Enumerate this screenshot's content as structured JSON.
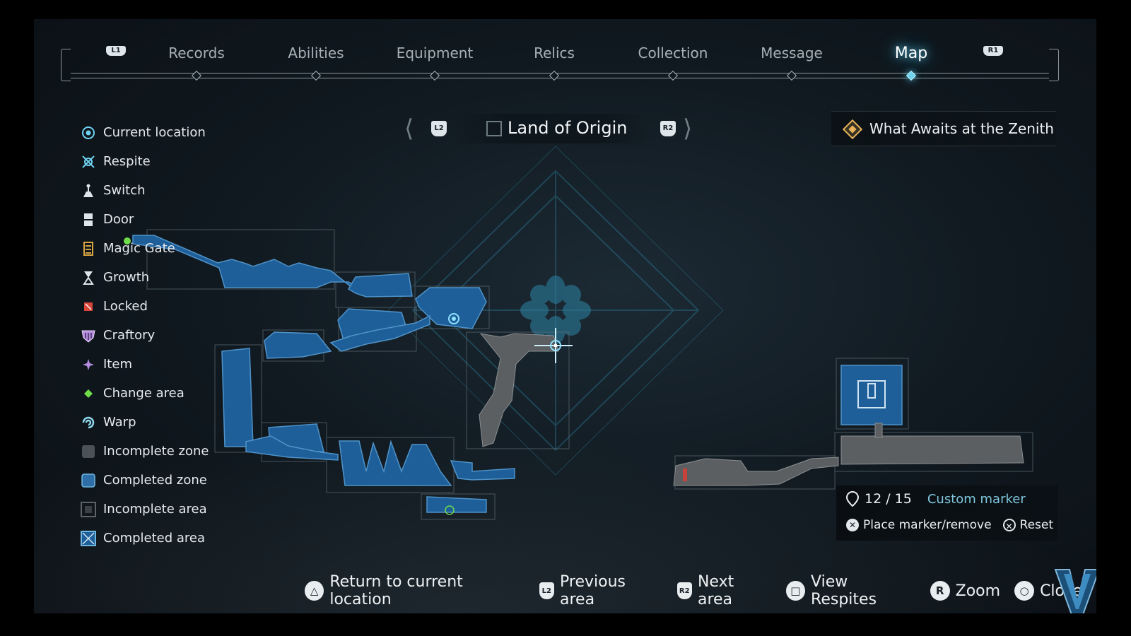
{
  "nav": {
    "left_chip": "L1",
    "right_chip": "R1",
    "tabs": [
      {
        "label": "Records"
      },
      {
        "label": "Abilities"
      },
      {
        "label": "Equipment"
      },
      {
        "label": "Relics"
      },
      {
        "label": "Collection"
      },
      {
        "label": "Message"
      },
      {
        "label": "Map"
      }
    ],
    "active_tab": "Map"
  },
  "legend": [
    {
      "label": "Current location",
      "icon": "current-location-icon",
      "color": "#6fd3f0"
    },
    {
      "label": "Respite",
      "icon": "respite-icon",
      "color": "#6fd3f0"
    },
    {
      "label": "Switch",
      "icon": "switch-icon",
      "color": "#dfe6ea"
    },
    {
      "label": "Door",
      "icon": "door-icon",
      "color": "#dfe6ea"
    },
    {
      "label": "Magic Gate",
      "icon": "magic-gate-icon",
      "color": "#d9a441"
    },
    {
      "label": "Growth",
      "icon": "growth-icon",
      "color": "#dfe6ea"
    },
    {
      "label": "Locked",
      "icon": "locked-icon",
      "color": "#d9443b"
    },
    {
      "label": "Craftory",
      "icon": "craftory-icon",
      "color": "#b68de0"
    },
    {
      "label": "Item",
      "icon": "item-icon",
      "color": "#b68de0"
    },
    {
      "label": "Change area",
      "icon": "change-area-icon",
      "color": "#6fdc4a"
    },
    {
      "label": "Warp",
      "icon": "warp-icon",
      "color": "#8fd9ee"
    },
    {
      "label": "Incomplete zone",
      "icon": "incomplete-zone-icon",
      "color": "#4a5257"
    },
    {
      "label": "Completed zone",
      "icon": "completed-zone-icon",
      "color": "#2e6fa8"
    },
    {
      "label": "Incomplete area",
      "icon": "incomplete-area-icon",
      "color": "#4a5257"
    },
    {
      "label": "Completed area",
      "icon": "completed-area-icon",
      "color": "#6fb6e0"
    }
  ],
  "area": {
    "prev_chip": "L2",
    "next_chip": "R2",
    "name": "Land of Origin"
  },
  "quest": {
    "title": "What Awaits at the Zenith"
  },
  "marker": {
    "count": "12 / 15",
    "label": "Custom marker",
    "place_label": "Place marker/remove",
    "reset_label": "Reset"
  },
  "bottom_hints": [
    {
      "glyph": "△",
      "label": "Return to current location"
    },
    {
      "glyph": "L2",
      "label": "Previous area"
    },
    {
      "glyph": "R2",
      "label": "Next area"
    },
    {
      "glyph": "□",
      "label": "View Respites"
    },
    {
      "glyph": "R",
      "label": "Zoom"
    },
    {
      "glyph": "○",
      "label": "Close"
    }
  ],
  "colors": {
    "completed_zone": "#1f5f99",
    "incomplete_zone": "#5b5f62",
    "accent": "#6fd3f0"
  }
}
